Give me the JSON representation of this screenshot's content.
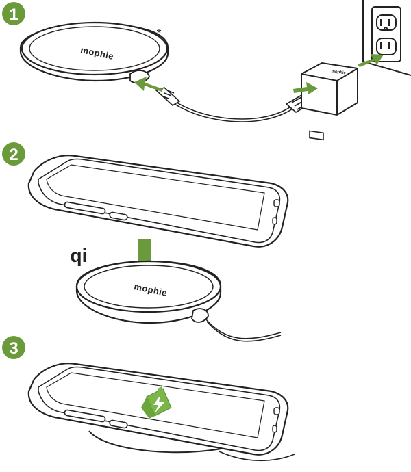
{
  "steps": [
    {
      "number": "1"
    },
    {
      "number": "2"
    },
    {
      "number": "3"
    }
  ],
  "charger": {
    "brand": "mophie",
    "footnote_mark": "*"
  },
  "adapter": {
    "brand": "mophie"
  },
  "qi_logo": {
    "text": "qi"
  },
  "icons": [
    "wall-outlet-icon",
    "usb-power-adapter-icon",
    "charging-pad-icon",
    "smartphone-icon",
    "qi-logo-icon",
    "battery-charging-icon",
    "arrow-icon"
  ],
  "colors": {
    "step_badge": "#6a9a3a",
    "arrow": "#6b9a3d",
    "battery": "#7ab648",
    "line": "#222222",
    "phone_shadow": "#e6e6e6"
  }
}
